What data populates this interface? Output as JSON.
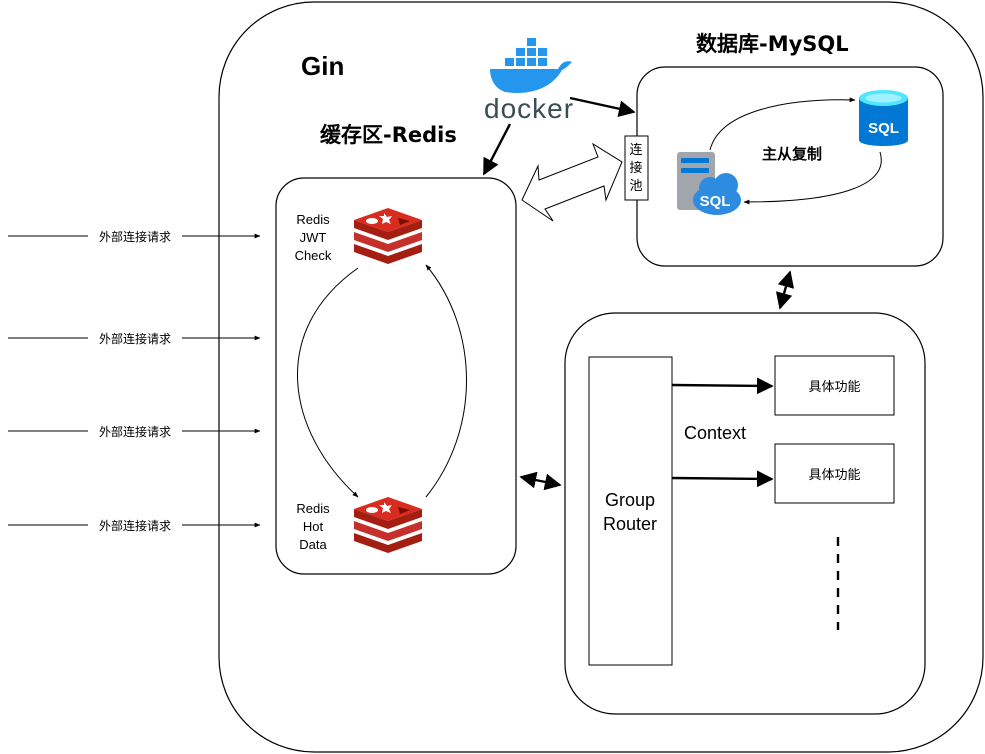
{
  "gin": {
    "title": "Gin"
  },
  "cache": {
    "title": "缓存区-Redis",
    "node_jwt": {
      "lines": [
        "Redis",
        "JWT",
        "Check"
      ]
    },
    "node_hot": {
      "lines": [
        "Redis",
        "Hot",
        "Data"
      ]
    }
  },
  "database": {
    "title": "数据库-MySQL",
    "pool_label": [
      "连",
      "接",
      "池"
    ],
    "replication_label": "主从复制",
    "sql_badge": "SQL"
  },
  "docker": {
    "label": "docker"
  },
  "router": {
    "group_router": [
      "Group",
      "Router"
    ],
    "context_label": "Context",
    "features": [
      "具体功能",
      "具体功能"
    ]
  },
  "external_requests": [
    "外部连接请求",
    "外部连接请求",
    "外部连接请求",
    "外部连接请求"
  ],
  "colors": {
    "redis_red": "#c6302b",
    "redis_dark": "#a41e11",
    "docker_blue": "#2496ed",
    "sql_blue": "#0078d4",
    "sql_light": "#50e6ff"
  }
}
